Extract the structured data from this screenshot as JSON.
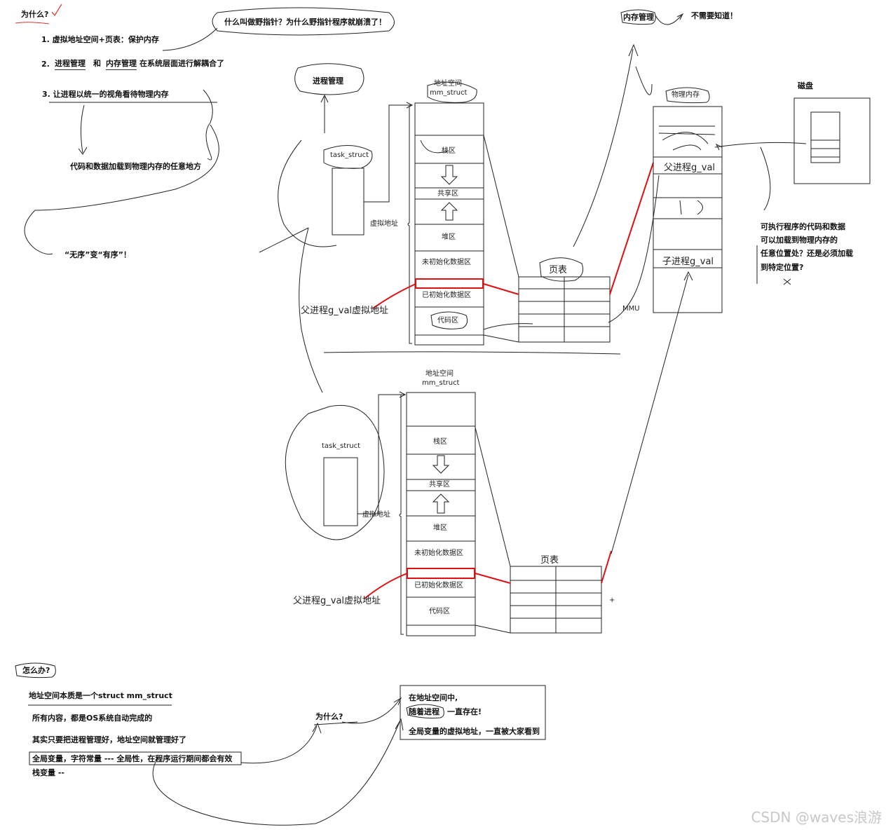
{
  "left_notes": {
    "why": "为什么?",
    "item1": "1. 虚拟地址空间+页表：保护内存",
    "item2_num": "2.",
    "item2_a": "进程管理",
    "item2_and": "和",
    "item2_b": "内存管理",
    "item2_rest": "在系统层面进行解耦合了",
    "item3": "3.  让进程以统一的视角看待物理内存",
    "load_any": "代码和数据加载到物理内存的任意地方",
    "disorder": "“无序”变“有序”！"
  },
  "wild_pointer": "什么叫做野指针？为什么野指针程序就崩溃了！",
  "top_right": {
    "mem_mgmt": "内存管理",
    "no_need": "不需要知道！",
    "proc_mgmt": "进程管理"
  },
  "upper": {
    "addr_space": "地址空间",
    "mm_struct": "mm_struct",
    "task_struct": "task_struct",
    "vaddr": "虚拟地址",
    "segments": [
      "栈区",
      "共享区",
      "堆区",
      "未初始化数据区",
      "已初始化数据区",
      "代码区"
    ],
    "page_table": "页表",
    "mmu": "MMU",
    "parent_var": "父进程g_val虚拟地址"
  },
  "physical": {
    "title": "物理内存",
    "parent_val": "父进程g_val",
    "child_val": "子进程g_val",
    "disk": "磁盘"
  },
  "exec_note": [
    "可执行程序的代码和数据",
    "可以加载到物理内存的",
    "任意位置处？还是必须加载",
    "到特定位置?"
  ],
  "lower": {
    "addr_space": "地址空间",
    "mm_struct": "mm_struct",
    "task_struct": "task_struct",
    "vaddr": "虚拟地址",
    "segments": [
      "栈区",
      "共享区",
      "堆区",
      "未初始化数据区",
      "已初始化数据区",
      "代码区"
    ],
    "page_table": "页表",
    "parent_var": "父进程g_val虚拟地址",
    "plus": "+"
  },
  "bottom_notes": {
    "how": "怎么办?",
    "line1": "地址空间本质是一个struct mm_struct",
    "line2": "所有内容，都是OS系统自动完成的",
    "line3": "其实只要把进程管理好，地址空间就管理好了",
    "line4": "全局变量，字符常量 --- 全局性，在程序运行期间都会有效",
    "line5": "栈变量 --",
    "why2": "为什么?",
    "box1": "在地址空间中,",
    "box2a": "随着进程",
    "box2b": "一直存在!",
    "box3": "全局变量的虚拟地址，一直被大家看到"
  },
  "watermark": "CSDN @waves浪游"
}
